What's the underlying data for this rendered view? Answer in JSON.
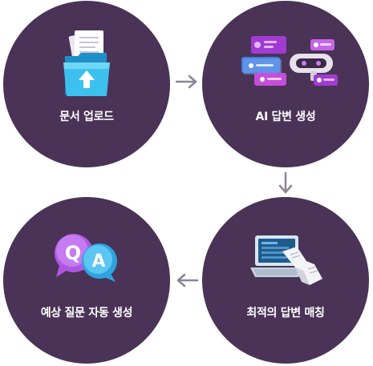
{
  "steps": [
    {
      "label": "문서 업로드",
      "icon": "folder-upload-icon"
    },
    {
      "label": "AI 답변 생성",
      "icon": "chat-robot-icon"
    },
    {
      "label": "최적의 답변 매칭",
      "icon": "laptop-document-icon"
    },
    {
      "label": "예상 질문 자동 생성",
      "icon": "qa-bubbles-icon"
    }
  ],
  "bubbles": {
    "q": "Q",
    "a": "A"
  },
  "colors": {
    "circle": "#4a3357",
    "arrow": "#8c8496",
    "text": "#ffffff",
    "accent_purple": "#a13bd1",
    "accent_blue": "#37b2e6"
  }
}
